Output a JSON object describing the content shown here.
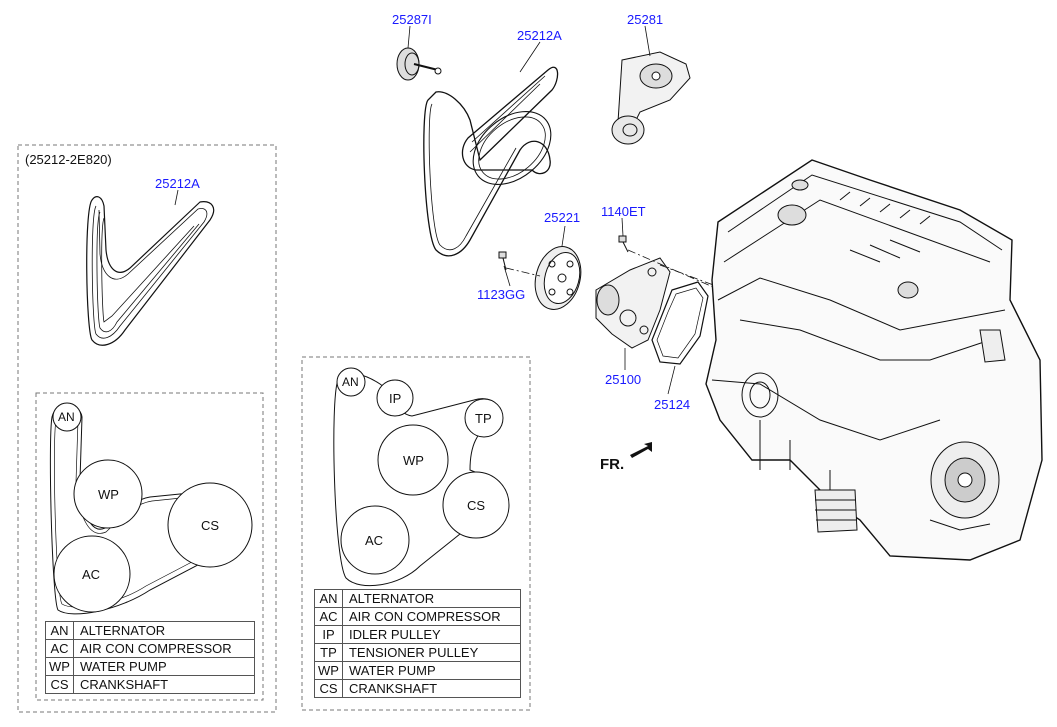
{
  "part_labels": {
    "p25287I": "25287I",
    "p25212A_main": "25212A",
    "p25281": "25281",
    "p25221": "25221",
    "p1140ET": "1140ET",
    "p1123GG": "1123GG",
    "p25100": "25100",
    "p25124": "25124",
    "p25212A_inset": "25212A"
  },
  "inset_title": "(25212-2E820)",
  "front_marker": "FR.",
  "left_diagram": {
    "pulleys": {
      "an": "AN",
      "wp": "WP",
      "cs": "CS",
      "ac": "AC"
    },
    "legend": [
      {
        "abbr": "AN",
        "name": "ALTERNATOR"
      },
      {
        "abbr": "AC",
        "name": "AIR CON COMPRESSOR"
      },
      {
        "abbr": "WP",
        "name": "WATER PUMP"
      },
      {
        "abbr": "CS",
        "name": "CRANKSHAFT"
      }
    ]
  },
  "right_diagram": {
    "pulleys": {
      "an": "AN",
      "ip": "IP",
      "tp": "TP",
      "wp": "WP",
      "cs": "CS",
      "ac": "AC"
    },
    "legend": [
      {
        "abbr": "AN",
        "name": "ALTERNATOR"
      },
      {
        "abbr": "AC",
        "name": "AIR CON COMPRESSOR"
      },
      {
        "abbr": "IP",
        "name": "IDLER PULLEY"
      },
      {
        "abbr": "TP",
        "name": "TENSIONER PULLEY"
      },
      {
        "abbr": "WP",
        "name": "WATER PUMP"
      },
      {
        "abbr": "CS",
        "name": "CRANKSHAFT"
      }
    ]
  },
  "colors": {
    "part_number": "#1a1aff",
    "line": "#111111",
    "dash_box": "#777777"
  }
}
